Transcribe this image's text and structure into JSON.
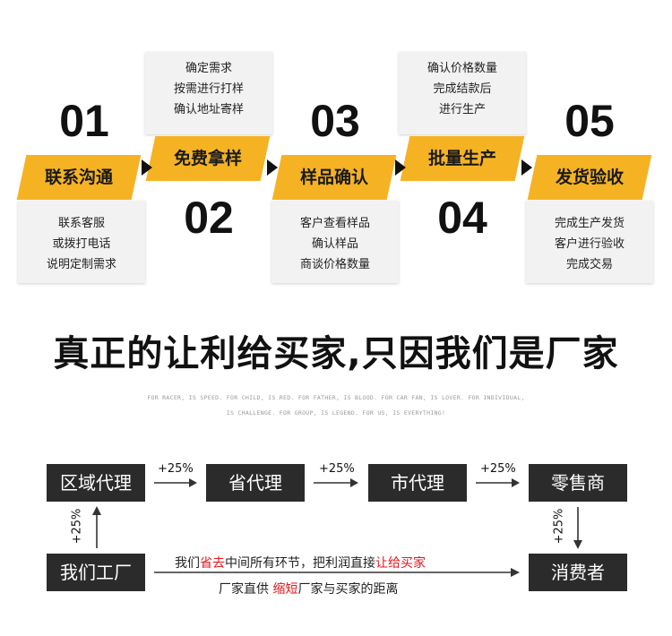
{
  "steps": [
    {
      "number": "01",
      "label": "联系沟通",
      "lines": [
        "联系客服",
        "或拨打电话",
        "说明定制需求"
      ]
    },
    {
      "number": "02",
      "label": "免费拿样",
      "lines": [
        "确定需求",
        "按需进行打样",
        "确认地址寄样"
      ]
    },
    {
      "number": "03",
      "label": "样品确认",
      "lines": [
        "客户查看样品",
        "确认样品",
        "商谈价格数量"
      ]
    },
    {
      "number": "04",
      "label": "批量生产",
      "lines": [
        "确认价格数量",
        "完成结款后",
        "进行生产"
      ]
    },
    {
      "number": "05",
      "label": "发货验收",
      "lines": [
        "完成生产发货",
        "客户进行验收",
        "完成交易"
      ]
    }
  ],
  "headline": "真正的让利给买家,只因我们是厂家",
  "fine_print": [
    "FOR RACER, IS SPEED. FOR CHILD, IS RED. FOR FATHER, IS BLOOD. FOR CAR FAN, IS LOVER. FOR INDIVIDUAL,",
    "IS CHALLENGE. FOR GROUP, IS LEGEND. FOR US, IS EVERYTHING!"
  ],
  "diagram": {
    "boxes": {
      "regional": "区域代理",
      "provincial": "省代理",
      "city": "市代理",
      "retailer": "零售商",
      "factory": "我们工厂",
      "consumer": "消费者"
    },
    "markup": "+25%",
    "note1": {
      "a": "我们",
      "b": "省去",
      "c": "中间所有环节，把利润直接",
      "d": "让给买家"
    },
    "note2": {
      "a": "厂家直供 ",
      "b": "缩短",
      "c": "厂家与买家的距离"
    }
  },
  "colors": {
    "accent": "#f5b324",
    "dark_box": "#2b2b2b",
    "highlight": "#e3161d"
  }
}
